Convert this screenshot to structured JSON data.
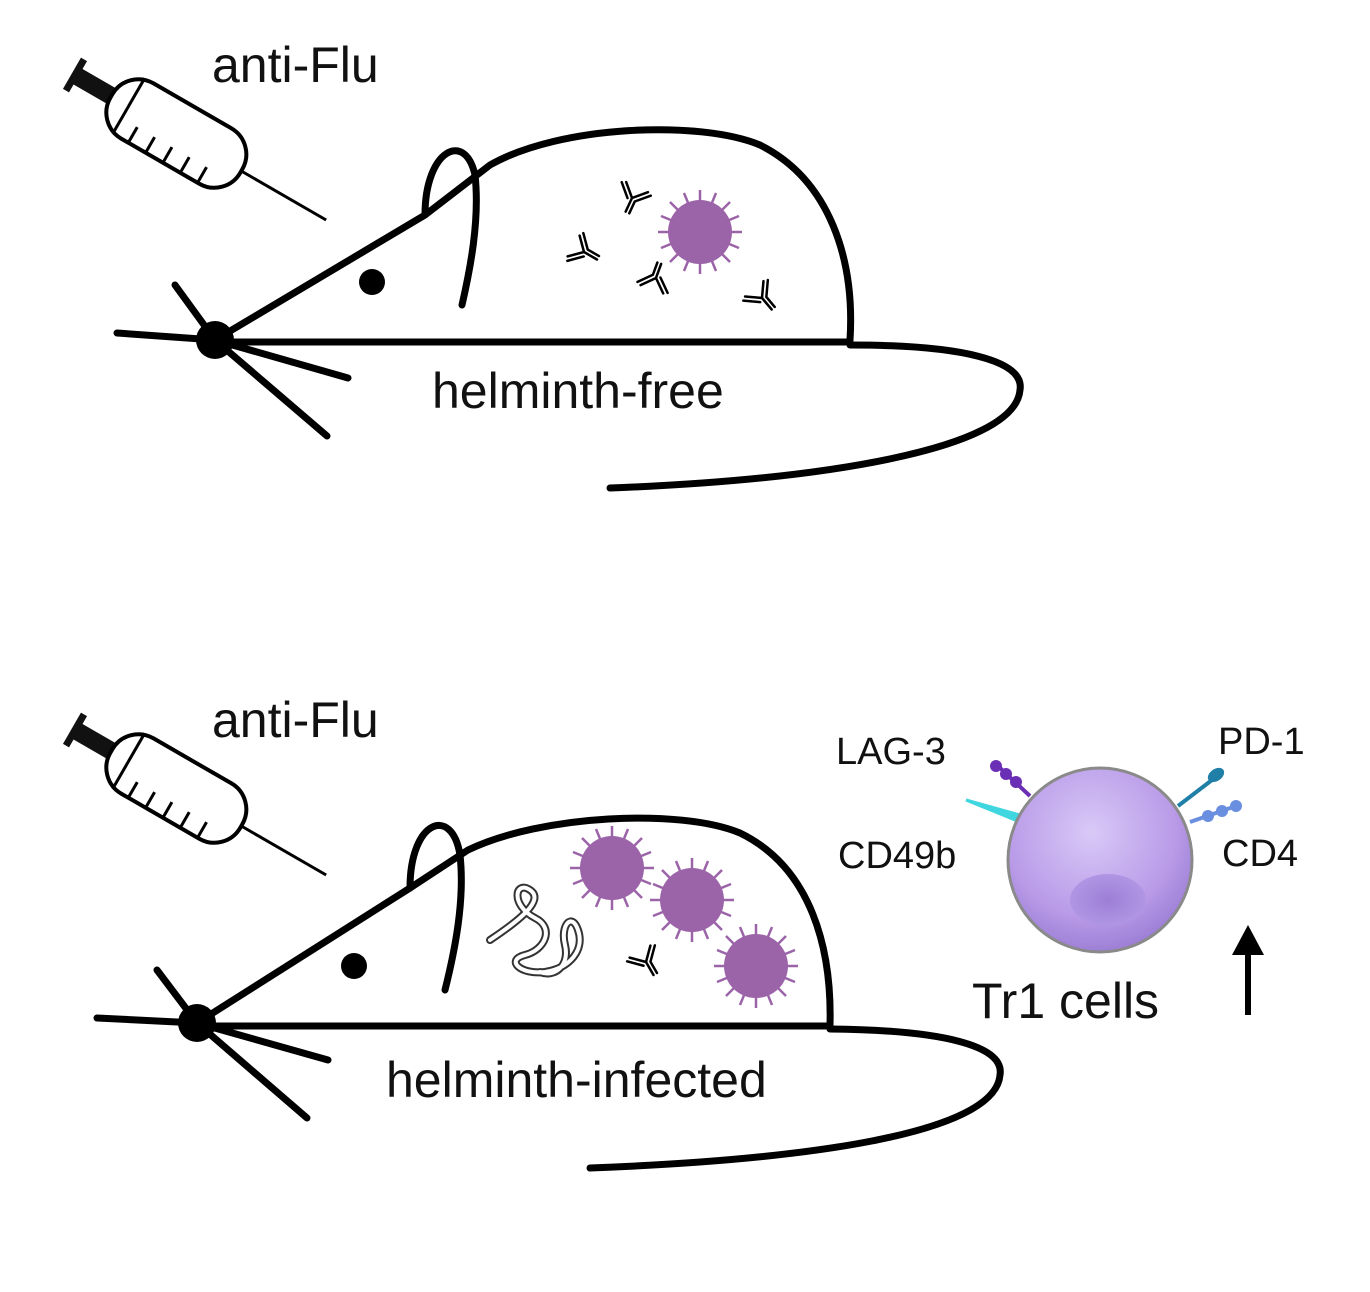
{
  "panels": [
    {
      "injection_label": "anti-Flu",
      "mouse_label": "helminth-free"
    },
    {
      "injection_label": "anti-Flu",
      "mouse_label": "helminth-infected"
    }
  ],
  "tr1": {
    "title": "Tr1 cells",
    "markers": {
      "lag3": "LAG-3",
      "pd1": "PD-1",
      "cd49b": "CD49b",
      "cd4": "CD4"
    },
    "trend": "up-arrow"
  },
  "colors": {
    "virus": "#9b63a8",
    "cell": "#b99be8",
    "lag3": "#6b2fb5",
    "pd1": "#1f7fa6",
    "cd49b": "#3fd6e0",
    "cd4": "#6a8fe0"
  }
}
